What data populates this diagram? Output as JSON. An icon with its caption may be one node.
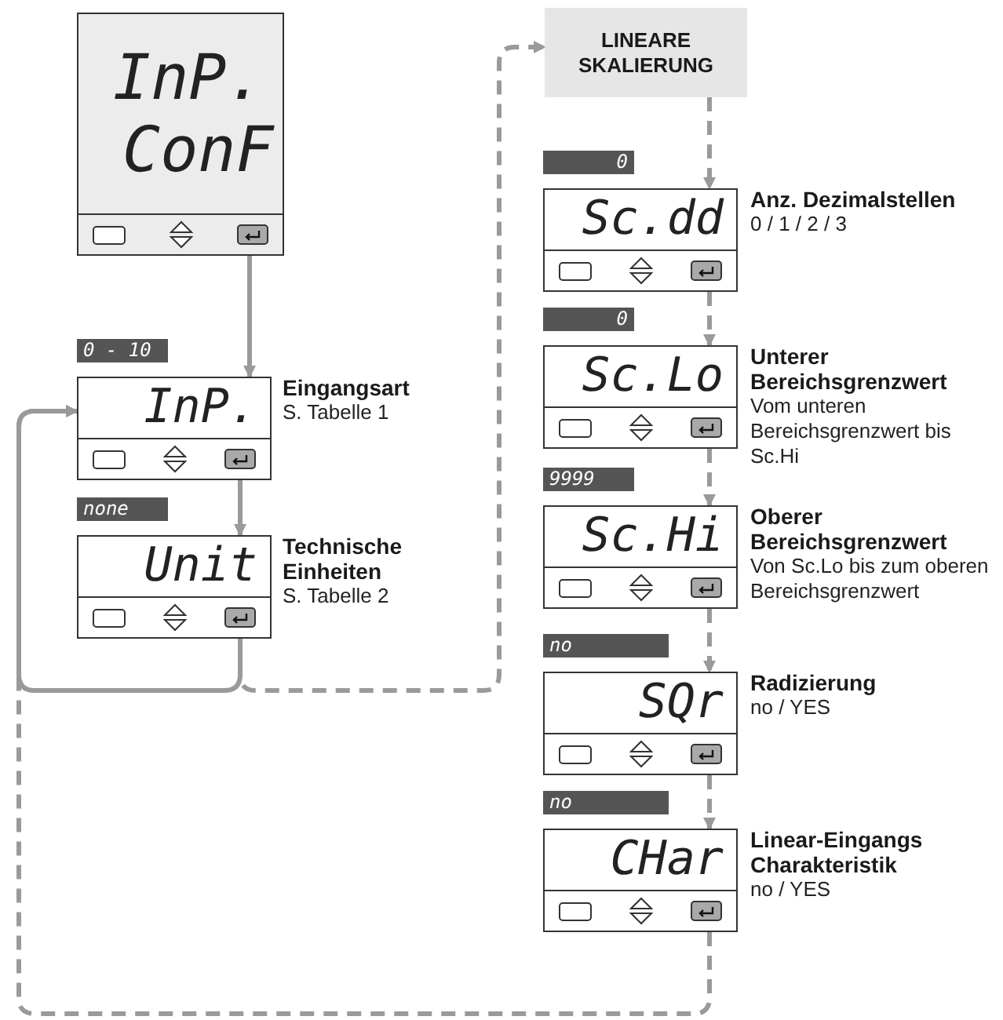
{
  "diagram": {
    "nodes": [
      {
        "text": [
          "InP.",
          "ConF"
        ]
      },
      {
        "text": [
          "InP."
        ],
        "beside": [
          "0 - 10",
          "Eingangsart",
          "S. Tabelle 1"
        ]
      },
      {
        "text": [
          "Unit"
        ],
        "beside": [
          "none",
          "Technische Einheiten",
          "S. Tabelle 2"
        ]
      },
      {
        "text": [
          "LINEARE SKALIERUNG"
        ]
      },
      {
        "text": [
          "Sc.dd"
        ],
        "beside": [
          "0",
          "Anz. Dezimalstellen",
          "0 / 1 / 2 / 3"
        ]
      },
      {
        "text": [
          "Sc.Lo"
        ],
        "beside": [
          "0",
          "Unterer Bereichsgrenzwert",
          "Vom unteren Bereichsgrenzwert bis Sc.Hi"
        ]
      },
      {
        "text": [
          "Sc.Hi"
        ],
        "beside": [
          "9999",
          "Oberer Bereichsgrenzwert",
          "Von Sc.Lo bis zum oberen Bereichsgrenzwert"
        ]
      },
      {
        "text": [
          "SQr"
        ],
        "beside": [
          "no",
          "Radizierung",
          "no / YES"
        ]
      },
      {
        "text": [
          "CHar"
        ],
        "beside": [
          "no",
          "Linear-Eingangs Charakteristik",
          "no / YES"
        ]
      }
    ],
    "edges": [
      {
        "from": 0,
        "to": 1,
        "arrow": "to"
      },
      {
        "from": 1,
        "to": 2,
        "arrow": "to"
      },
      {
        "from": 2,
        "to": 1,
        "arrow": "to"
      },
      {
        "from": 2,
        "to": 3,
        "arrow": "to",
        "style": "dashed"
      },
      {
        "from": 3,
        "to": 4,
        "arrow": "to",
        "style": "dashed"
      },
      {
        "from": 4,
        "to": 5,
        "arrow": "to",
        "style": "dashed"
      },
      {
        "from": 5,
        "to": 6,
        "arrow": "to",
        "style": "dashed"
      },
      {
        "from": 6,
        "to": 7,
        "arrow": "to",
        "style": "dashed"
      },
      {
        "from": 7,
        "to": 8,
        "arrow": "to",
        "style": "dashed"
      },
      {
        "from": 8,
        "to": 1,
        "arrow": "to",
        "style": "dashed"
      }
    ]
  }
}
